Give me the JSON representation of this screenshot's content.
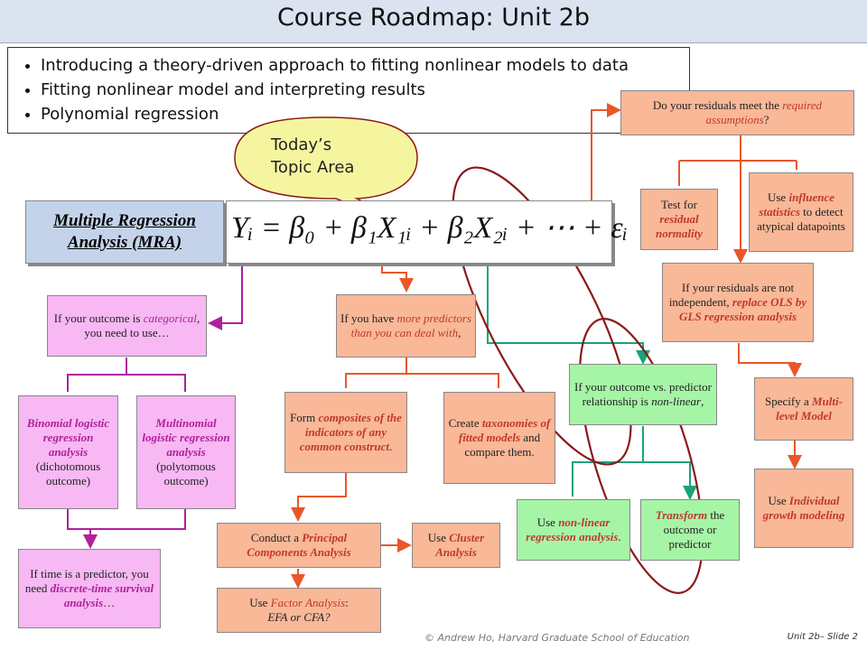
{
  "title": "Course Roadmap: Unit 2b",
  "bullets": [
    "Introducing a theory-driven approach to fitting nonlinear models to data",
    "Fitting nonlinear model and interpreting results",
    "Polynomial regression"
  ],
  "callout": {
    "line1": "Today’s",
    "line2": "Topic Area"
  },
  "mra": {
    "line1": "Multiple Regression",
    "line2": "Analysis (MRA)"
  },
  "equation": "Yᵢ = β₀ + β₁X₁ᵢ + β₂X₂ᵢ + ⋯ + εᵢ",
  "boxes": {
    "categorical": {
      "a": "If your outcome is ",
      "b": "categorical",
      "c": ", you need to use…"
    },
    "binomial": {
      "a": "Binomial logistic regression analysis",
      "b": " (dichotomous outcome)"
    },
    "multinomial": {
      "a": "Multinomial logistic regression analysis",
      "b": " (polytomous outcome)"
    },
    "survival": {
      "a": "If time is a predictor, you need ",
      "b": "discrete-time survival analysis",
      "c": "…"
    },
    "predictors": {
      "a": "If you have ",
      "b": "more predictors than you can deal with",
      "c": ","
    },
    "composites": {
      "a": "Form ",
      "b": "composites of the indicators of any common construct",
      "c": "."
    },
    "taxonomies": {
      "a": "Create ",
      "b": "taxonomies of fitted models",
      "c": " and compare them."
    },
    "pca": {
      "a": "Conduct a ",
      "b": "Principal Components Analysis"
    },
    "cluster": {
      "a": "Use ",
      "b": "Cluster Analysis"
    },
    "factor": {
      "a": "Use ",
      "b": "Factor Analysis",
      "c": ":",
      "d": "EFA or CFA?"
    },
    "nonlinear_rel": {
      "a": "If your outcome vs. predictor relationship is ",
      "b": "non-linear",
      "c": ","
    },
    "nonlinear_reg": {
      "a": "Use ",
      "b": "non-linear regression analysis",
      "c": "."
    },
    "transform": {
      "a": "Transform",
      "b": " the outcome or predictor"
    },
    "residuals": {
      "a": "Do your residuals meet the ",
      "b": "required assumptions",
      "c": "?"
    },
    "normality": {
      "a": "Test for ",
      "b": "residual normality"
    },
    "influence": {
      "a": "Use ",
      "b": "influence statistics",
      "c": " to detect atypical datapoints"
    },
    "gls": {
      "a": "If your residuals are not independent, ",
      "b": "replace OLS by GLS regression analysis"
    },
    "multilevel": {
      "a": "Specify a ",
      "b": "Multi-level Model"
    },
    "growth": {
      "a": "Use ",
      "b": "Individual growth modeling"
    }
  },
  "footer": "© Andrew Ho, Harvard Graduate School of Education",
  "slide_number": "Unit 2b– Slide 2",
  "colors": {
    "pink": "#f7b8f3",
    "salmon": "#f9b898",
    "green": "#a6f5a6",
    "magenta": "#b01f9c",
    "red_orange": "#e8572a",
    "teal": "#1aa37a",
    "ellipse": "#8b1a1a",
    "callout_fill": "#f5f5a0",
    "title_bar": "#dbe3f0"
  }
}
